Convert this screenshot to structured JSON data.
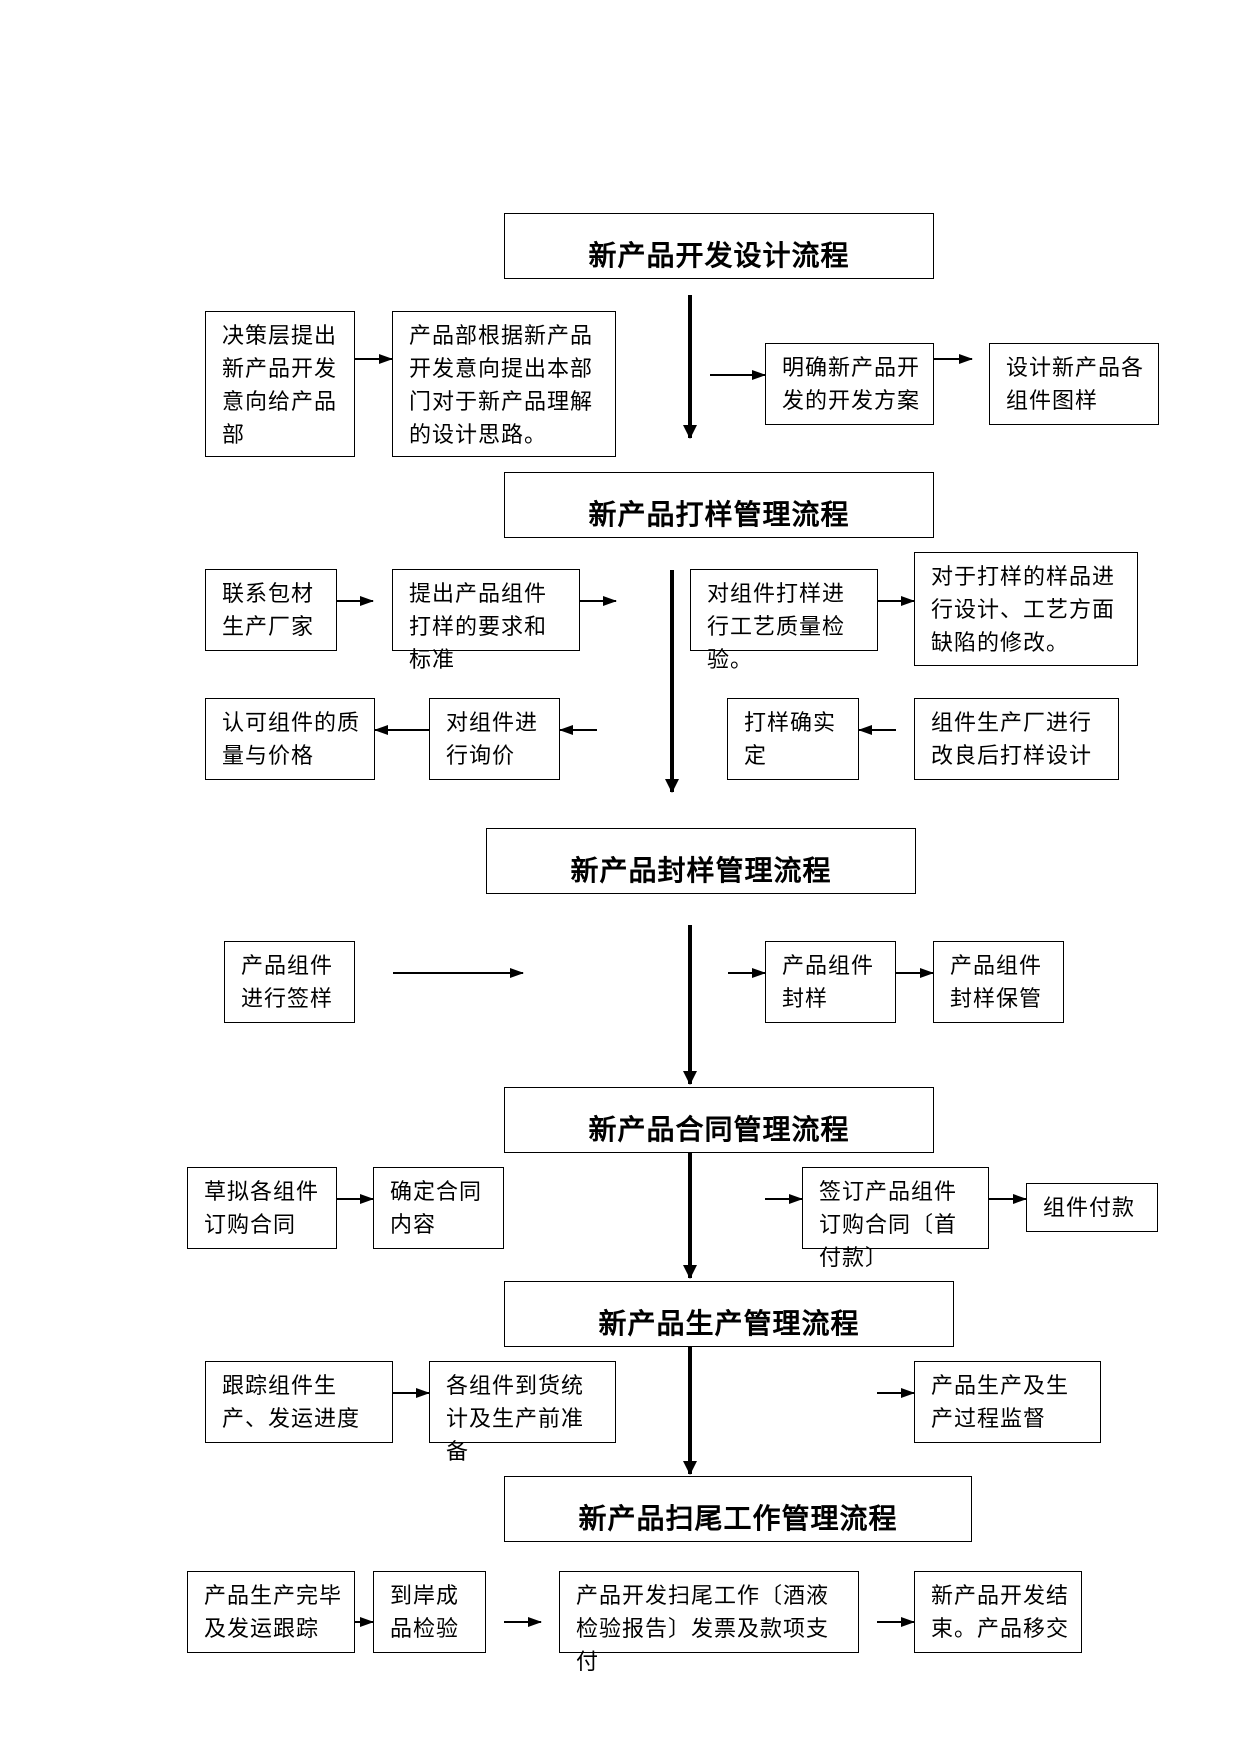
{
  "sections": [
    {
      "title": "新产品开发设计流程",
      "boxes": [
        "决策层提出新产品开发意向给产品部",
        "产品部根据新产品开发意向提出本部门对于新产品理解的设计思路。",
        "明确新产品开发的开发方案",
        "设计新产品各组件图样"
      ]
    },
    {
      "title": "新产品打样管理流程",
      "boxes": [
        "联系包材生产厂家",
        "提出产品组件打样的要求和标准",
        "对组件打样进行工艺质量检验。",
        "对于打样的样品进行设计、工艺方面缺陷的修改。",
        "认可组件的质量与价格",
        "对组件进行询价",
        "打样确实定",
        "组件生产厂进行改良后打样设计"
      ]
    },
    {
      "title": "新产品封样管理流程",
      "boxes": [
        "产品组件进行签样",
        "产品组件封样",
        "产品组件封样保管"
      ]
    },
    {
      "title": "新产品合同管理流程",
      "boxes": [
        "草拟各组件订购合同",
        "确定合同内容",
        "签订产品组件订购合同〔首付款〕",
        "组件付款"
      ]
    },
    {
      "title": "新产品生产管理流程",
      "boxes": [
        "跟踪组件生产、发运进度",
        "各组件到货统计及生产前准备",
        "产品生产及生产过程监督"
      ]
    },
    {
      "title": "新产品扫尾工作管理流程",
      "boxes": [
        "产品生产完毕及发运跟踪",
        "到岸成品检验",
        "产品开发扫尾工作〔酒液检验报告〕发票及款项支付",
        "新产品开发结束。产品移交"
      ]
    }
  ]
}
